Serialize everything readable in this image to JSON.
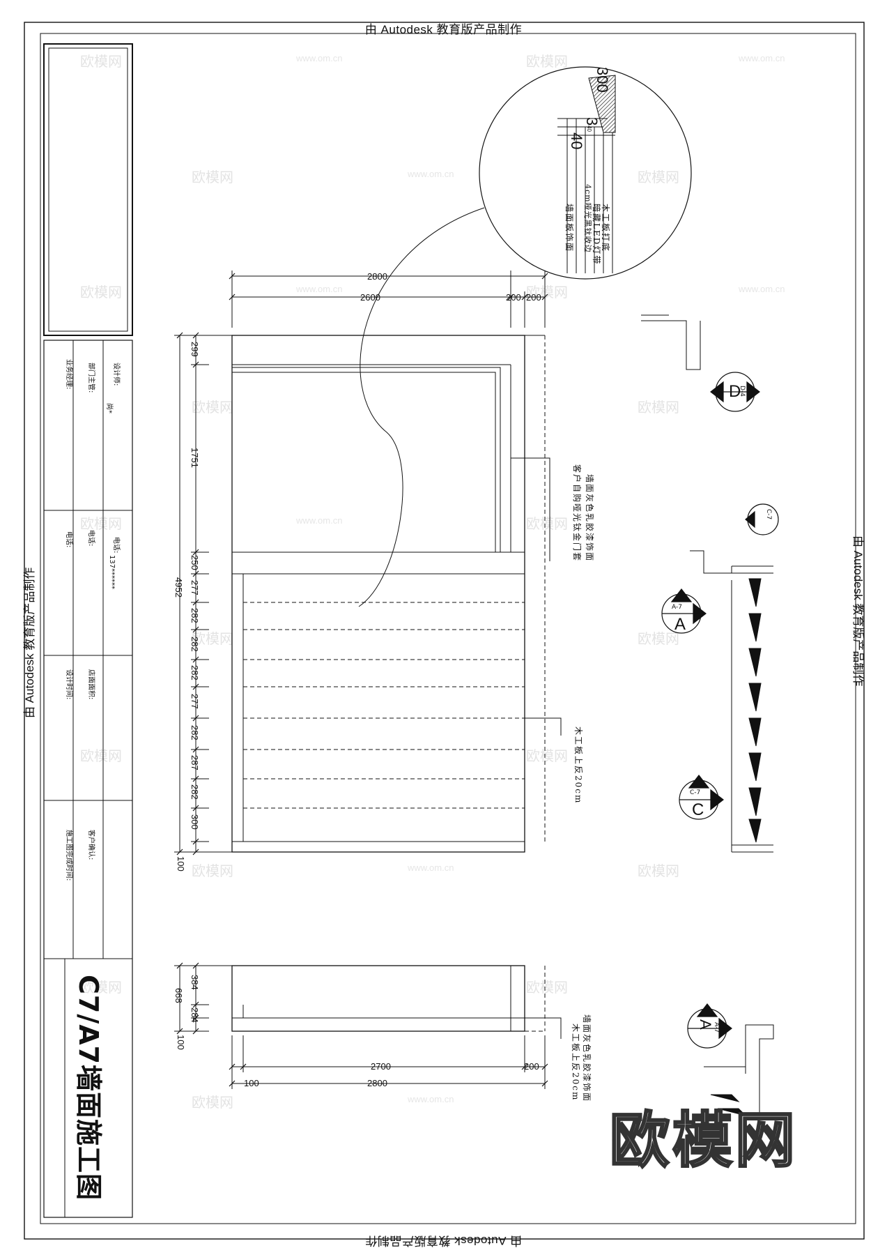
{
  "edu_stamp": "由 Autodesk 教育版产品制作",
  "watermark": {
    "logo": "欧模网",
    "url": "www.om.cn",
    "big_logo": "欧模网"
  },
  "title_block": {
    "designer_label": "设计师:",
    "designer_value": "尚*",
    "designer_phone_label": "电话:",
    "designer_phone_value": "137******",
    "dept_head_label": "部门主管:",
    "dept_head_phone_label": "电话:",
    "manager_label": "业务经理:",
    "manager_phone_label": "电话:",
    "store_area_label": "店面面积:",
    "design_time_label": "设计时间:",
    "client_confirm_label": "客户确认:",
    "construction_time_label": "施工图完成时间:",
    "drawing_title": "C7/A7墙面施工图"
  },
  "detail": {
    "dims": [
      "300",
      "3",
      "40"
    ],
    "small_ref": "40",
    "layers": [
      "木工板打底",
      "暗藏LED灯带",
      "4cm哑光黑钛收边",
      "墙面板饰面"
    ]
  },
  "elevation": {
    "top_dims": [
      "2800",
      "2600",
      "200",
      "200"
    ],
    "left_dims": [
      "299",
      "1751",
      "250",
      "277",
      "282",
      "282",
      "282",
      "277",
      "282",
      "287",
      "282",
      "300",
      "100"
    ],
    "total_height": "4952",
    "note1": [
      "墙面灰色乳胶漆饰面",
      "客户自购哑光钛金门套"
    ],
    "note2": "木工板上反20cm"
  },
  "section": {
    "left_dims": [
      "384",
      "284",
      "100"
    ],
    "total_height": "668",
    "bottom_dims": [
      "2700",
      "200",
      "100",
      "2800"
    ],
    "note": [
      "墙面灰色乳胶漆饰面",
      "木工板上反20cm"
    ]
  },
  "markers": [
    {
      "letter": "D",
      "ref": "D-4"
    },
    {
      "letter": "C",
      "ref": "C-7"
    },
    {
      "letter": "A",
      "ref": "A-7"
    },
    {
      "letter": "C",
      "ref": "C-7"
    },
    {
      "letter": "A",
      "ref": "A-7"
    }
  ]
}
